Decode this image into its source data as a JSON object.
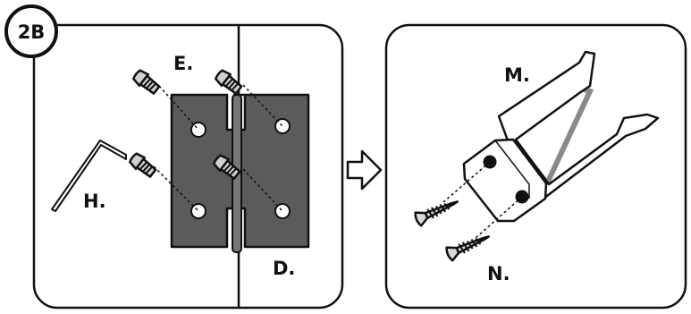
{
  "step_badge": "2B",
  "labels": {
    "screw_e": "E.",
    "door_d": "D.",
    "hex_key_h": "H.",
    "bracket_m": "M.",
    "wood_screws_n": "N."
  },
  "colors": {
    "hinge_fill": "#5b5b5b",
    "outline": "#111111",
    "screw_fill": "#c8c8c8",
    "bracket_shadow": "#8a8a8a"
  }
}
